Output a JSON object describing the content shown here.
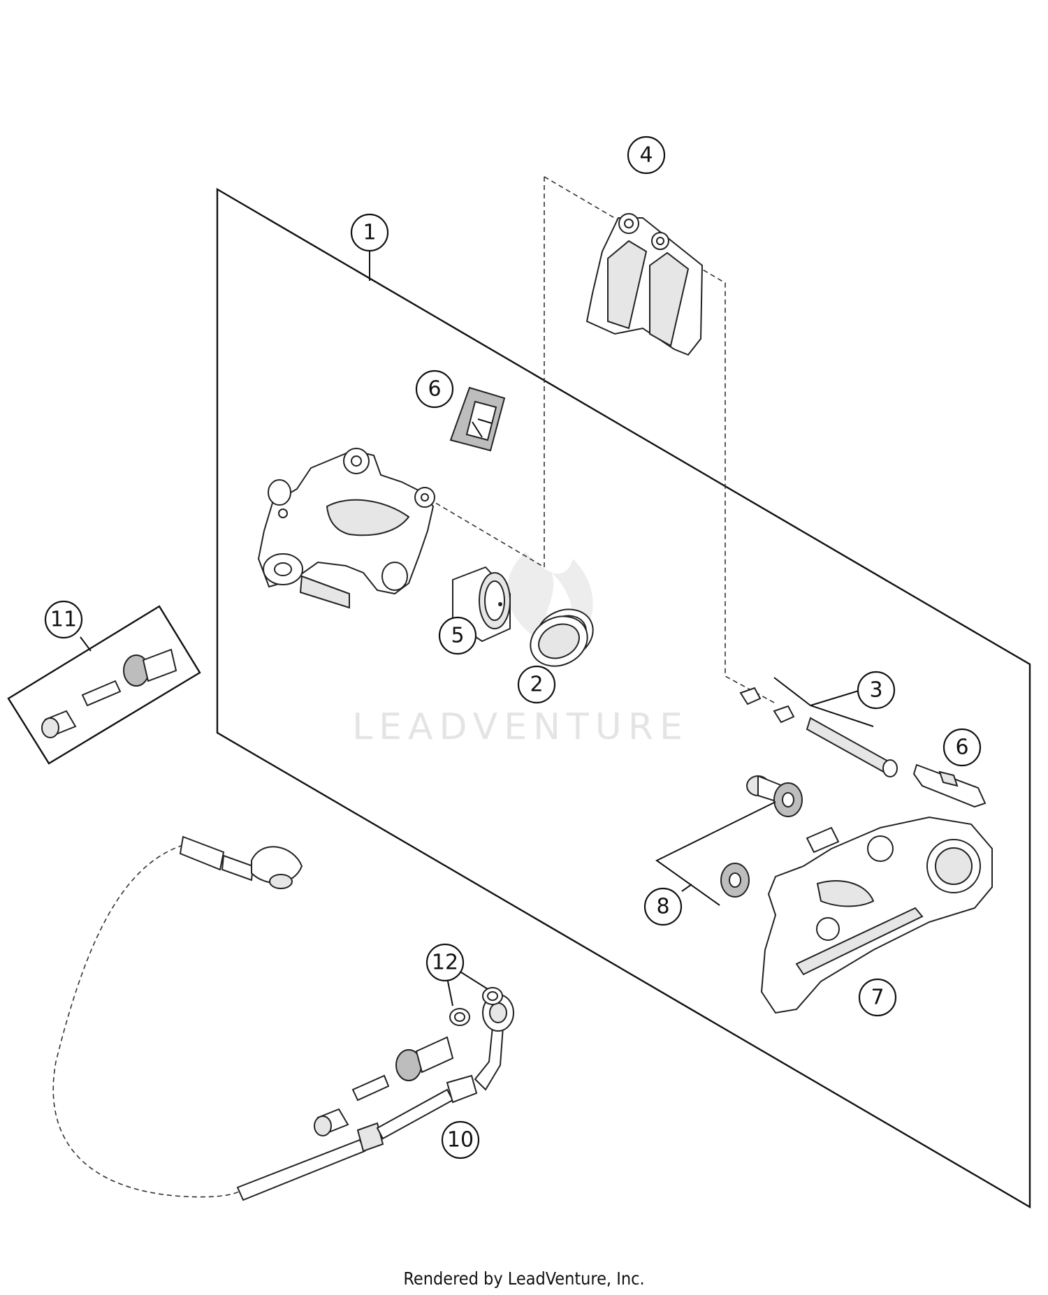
{
  "callouts": [
    {
      "id": "c1",
      "label": "1"
    },
    {
      "id": "c2",
      "label": "2"
    },
    {
      "id": "c3",
      "label": "3"
    },
    {
      "id": "c4",
      "label": "4"
    },
    {
      "id": "c5",
      "label": "5"
    },
    {
      "id": "c6a",
      "label": "6"
    },
    {
      "id": "c6b",
      "label": "6"
    },
    {
      "id": "c7",
      "label": "7"
    },
    {
      "id": "c8",
      "label": "8"
    },
    {
      "id": "c10",
      "label": "10"
    },
    {
      "id": "c11",
      "label": "11"
    },
    {
      "id": "c12",
      "label": "12"
    }
  ],
  "watermark": "LEADVENTURE",
  "credit": "Rendered by LeadVenture, Inc."
}
